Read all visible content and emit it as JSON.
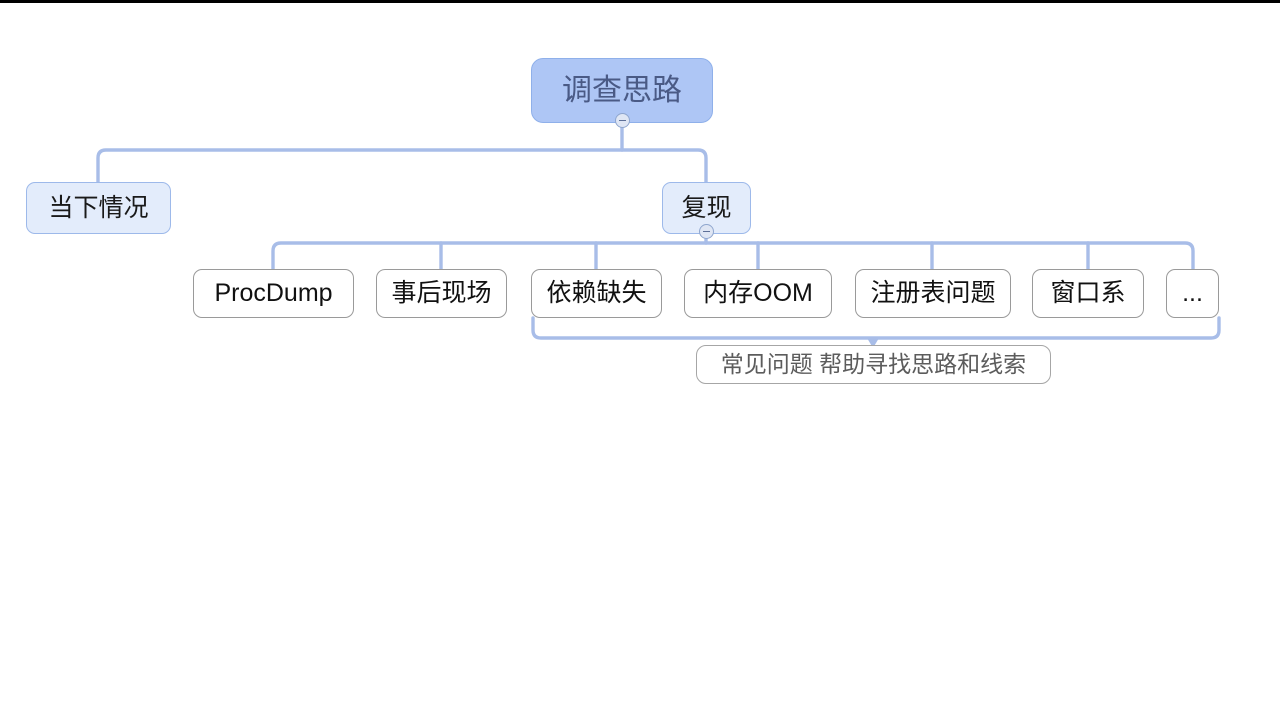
{
  "diagram": {
    "type": "mindmap-tree",
    "title_node": "调查思路",
    "colors": {
      "root_fill": "#aec6f5",
      "root_text": "#4a5a85",
      "branch_fill": "#e3ecfb",
      "branch_border": "#9db9ea",
      "leaf_fill": "#ffffff",
      "leaf_border": "#9a9a9a",
      "connector": "#a8bde8",
      "note_text": "#5c5c5c",
      "background": "#ffffff"
    },
    "root": {
      "label": "调查思路",
      "toggle_state": "expanded",
      "toggle_glyph": "−"
    },
    "branches": [
      {
        "label": "当下情况",
        "has_toggle": false
      },
      {
        "label": "复现",
        "has_toggle": true,
        "toggle_glyph": "−"
      }
    ],
    "leaves": [
      {
        "label": "ProcDump"
      },
      {
        "label": "事后现场"
      },
      {
        "label": "依赖缺失"
      },
      {
        "label": "内存OOM"
      },
      {
        "label": "注册表问题"
      },
      {
        "label": "窗口系"
      },
      {
        "label": "..."
      }
    ],
    "note": {
      "label": "常见问题 帮助寻找思路和线索",
      "covers_leaves": [
        "依赖缺失",
        "内存OOM",
        "注册表问题",
        "窗口系",
        "..."
      ]
    }
  }
}
